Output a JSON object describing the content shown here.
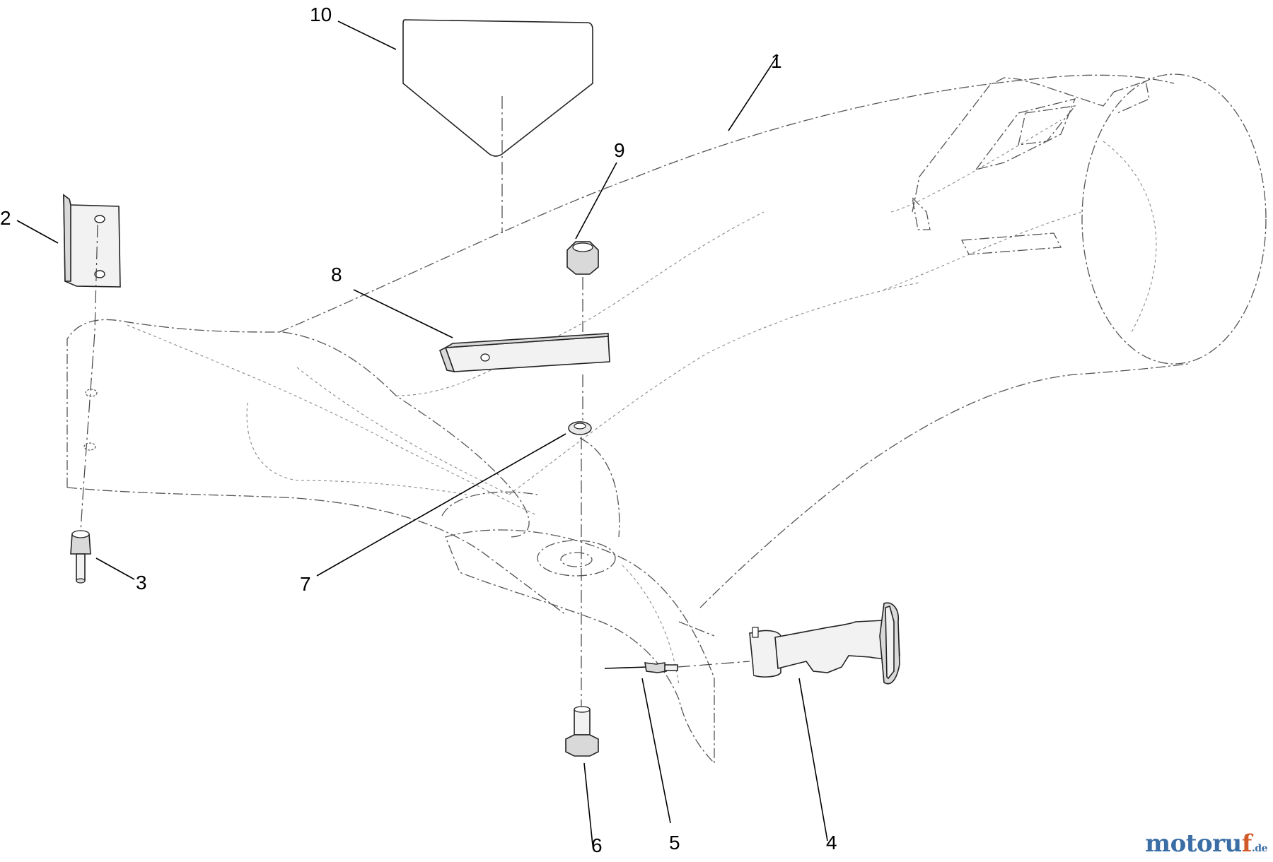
{
  "callouts": [
    {
      "id": "1",
      "label": "1"
    },
    {
      "id": "2",
      "label": "2"
    },
    {
      "id": "3",
      "label": "3"
    },
    {
      "id": "4",
      "label": "4"
    },
    {
      "id": "5",
      "label": "5"
    },
    {
      "id": "6",
      "label": "6"
    },
    {
      "id": "7",
      "label": "7"
    },
    {
      "id": "8",
      "label": "8"
    },
    {
      "id": "9",
      "label": "9"
    },
    {
      "id": "10",
      "label": "10"
    }
  ],
  "watermark": {
    "main": "motoru",
    "accent": "f",
    "suffix": ".de"
  },
  "colors": {
    "watermark_blue": "#3a6ea5",
    "watermark_orange": "#d25a2a",
    "line": "#000000"
  }
}
